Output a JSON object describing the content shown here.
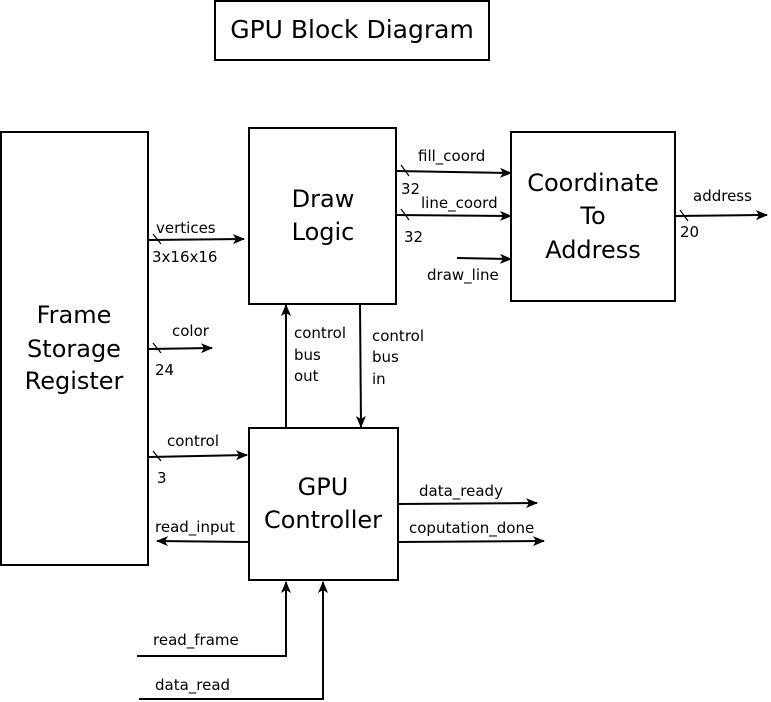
{
  "title": "GPU Block Diagram",
  "blocks": {
    "frame_storage": [
      "Frame",
      "Storage",
      "Register"
    ],
    "draw_logic": [
      "Draw",
      "Logic"
    ],
    "coord_to_addr": [
      "Coordinate",
      "To",
      "Address"
    ],
    "gpu_controller": [
      "GPU",
      "Controller"
    ]
  },
  "signals": {
    "vertices": "vertices",
    "vertices_width": "3x16x16",
    "color": "color",
    "color_width": "24",
    "control": "control",
    "control_width": "3",
    "read_input": "read_input",
    "fill_coord": "fill_coord",
    "fill_coord_width": "32",
    "line_coord": "line_coord",
    "line_coord_width": "32",
    "draw_line": "draw_line",
    "address": "address",
    "address_width": "20",
    "control_bus_out": [
      "control",
      "bus",
      "out"
    ],
    "control_bus_in": [
      "control",
      "bus",
      "in"
    ],
    "data_ready": "data_ready",
    "computation_done": "coputation_done",
    "read_frame": "read_frame",
    "data_read": "data_read"
  }
}
